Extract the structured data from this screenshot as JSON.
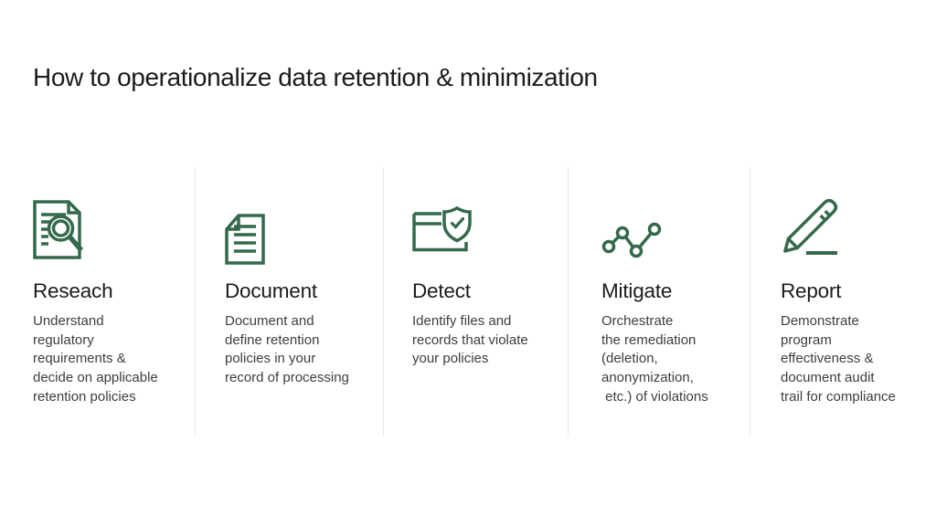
{
  "colors": {
    "icon_green": "#346a4b",
    "divider": "#e9e9e9",
    "title_text": "#1b1b1b",
    "body_text": "#3d3d3d",
    "background": "#ffffff"
  },
  "title": "How to operationalize data retention & minimization",
  "steps": [
    {
      "id": "research",
      "icon": "document-magnifier-icon",
      "title": "Reseach",
      "description": "Understand\nregulatory\nrequirements &\ndecide on applicable\nretention policies"
    },
    {
      "id": "document",
      "icon": "document-lines-icon",
      "title": "Document",
      "description": "Document and\ndefine retention\npolicies in your\nrecord of processing"
    },
    {
      "id": "detect",
      "icon": "folder-shield-check-icon",
      "title": "Detect",
      "description": "Identify files and\nrecords that violate\nyour policies"
    },
    {
      "id": "mitigate",
      "icon": "line-chart-nodes-icon",
      "title": "Mitigate",
      "description": "Orchestrate\nthe remediation\n(deletion,\nanonymization,\n etc.) of violations"
    },
    {
      "id": "report",
      "icon": "pencil-line-icon",
      "title": "Report",
      "description": "Demonstrate\nprogram\neffectiveness &\ndocument audit\ntrail for compliance"
    }
  ]
}
